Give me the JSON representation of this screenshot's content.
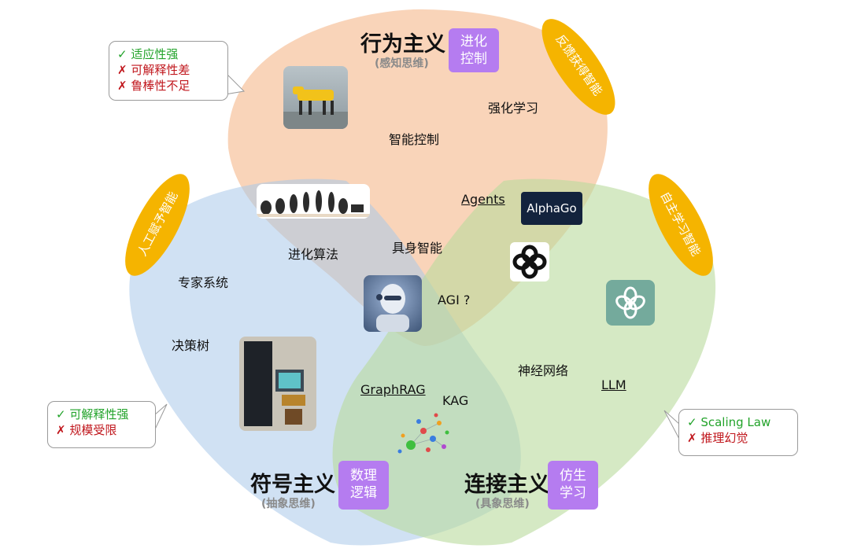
{
  "schools": {
    "behaviorism": {
      "title": "行为主义",
      "subtitle": "(感知思维)",
      "tag_line1": "进化",
      "tag_line2": "控制"
    },
    "symbolism": {
      "title": "符号主义",
      "subtitle": "(抽象思维)",
      "tag_line1": "数理",
      "tag_line2": "逻辑"
    },
    "connectionism": {
      "title": "连接主义",
      "subtitle": "(具象思维)",
      "tag_line1": "仿生",
      "tag_line2": "学习"
    }
  },
  "pills": {
    "feedback": "反馈获得智能",
    "artificial": "人工赋予智能",
    "self_learning": "自主学习智能"
  },
  "callouts": {
    "behaviorism": {
      "pro": "✓ 适应性强",
      "con1": "✗ 可解释性差",
      "con2": "✗ 鲁棒性不足"
    },
    "symbolism": {
      "pro": "✓ 可解释性强",
      "con1": "✗ 规模受限"
    },
    "connectionism": {
      "pro": "✓ Scaling Law",
      "con1": "✗ 推理幻觉"
    }
  },
  "labels": {
    "reinforcement_learning": "强化学习",
    "intelligent_control": "智能控制",
    "evolutionary_algorithm": "进化算法",
    "embodied_ai": "具身智能",
    "agents": "Agents",
    "expert_system": "专家系统",
    "decision_tree": "决策树",
    "agi": "AGI ?",
    "neural_network": "神经网络",
    "llm": "LLM",
    "graphrag": "GraphRAG",
    "kag": "KAG",
    "alphago": "AlphaGo"
  },
  "colors": {
    "behaviorism": "#f7c8a4",
    "symbolism": "#bcd4ec",
    "connectionism": "#cbe2b2",
    "tag": "#b57cf0",
    "pill": "#f5b400",
    "pro": "#22a32a",
    "con": "#c0161c"
  }
}
